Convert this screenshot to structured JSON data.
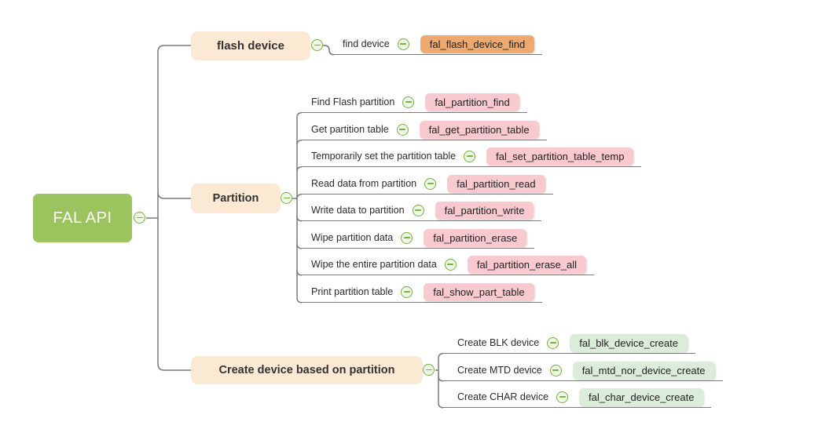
{
  "root": {
    "label": "FAL API"
  },
  "branches": [
    {
      "label": "flash device",
      "children": [
        {
          "label": "find device",
          "api": "fal_flash_device_find"
        }
      ]
    },
    {
      "label": "Partition",
      "children": [
        {
          "label": "Find Flash partition",
          "api": "fal_partition_find"
        },
        {
          "label": "Get partition table",
          "api": "fal_get_partition_table"
        },
        {
          "label": "Temporarily set the partition table",
          "api": "fal_set_partition_table_temp"
        },
        {
          "label": "Read data from partition",
          "api": "fal_partition_read"
        },
        {
          "label": "Write data to partition",
          "api": "fal_partition_write"
        },
        {
          "label": "Wipe partition data",
          "api": "fal_partition_erase"
        },
        {
          "label": "Wipe the entire partition data",
          "api": "fal_partition_erase_all"
        },
        {
          "label": "Print partition table",
          "api": "fal_show_part_table"
        }
      ]
    },
    {
      "label": "Create device based on partition",
      "children": [
        {
          "label": "Create BLK device",
          "api": "fal_blk_device_create"
        },
        {
          "label": "Create MTD device",
          "api": "fal_mtd_nor_device_create"
        },
        {
          "label": "Create CHAR device",
          "api": "fal_char_device_create"
        }
      ]
    }
  ],
  "colors": {
    "root_bg": "#9cc45e",
    "branch_bg": "#fbe9d3",
    "flash_pill_bg": "#eda96e",
    "partition_pill_bg": "#f9c9d0",
    "create_pill_bg": "#dcecdb",
    "connector": "#7a7a7a",
    "icon_green": "#74b243"
  },
  "icons": {
    "collapse": "minus-circle"
  }
}
